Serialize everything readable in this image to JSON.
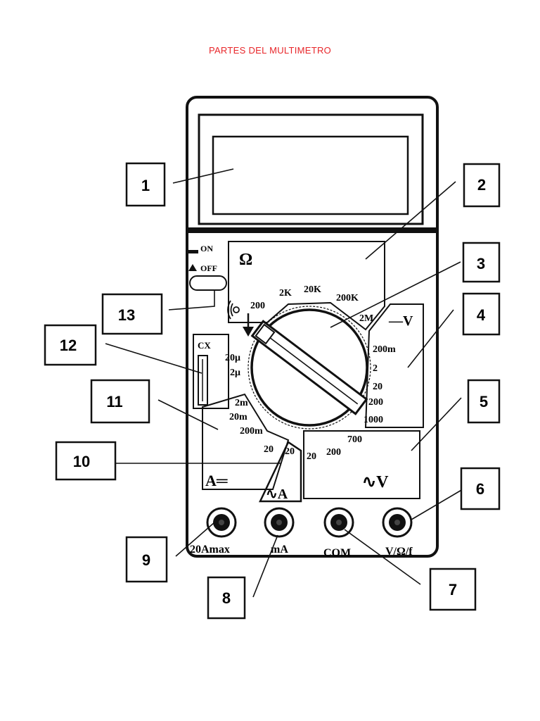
{
  "title": "PARTES DEL MULTIMETRO",
  "colors": {
    "title": "#e8262a",
    "ink": "#111111",
    "paper": "#ffffff"
  },
  "callouts": [
    "1",
    "2",
    "3",
    "4",
    "5",
    "6",
    "7",
    "8",
    "9",
    "10",
    "11",
    "12",
    "13"
  ],
  "switch": {
    "on": "ON",
    "off": "OFF"
  },
  "panels": {
    "ohm": "Ω",
    "dcv": "—V",
    "acv": "∿V",
    "dca": "A═",
    "aca": "∿A",
    "cx": "CX"
  },
  "dial": {
    "ohm_ranges": [
      "200",
      "2K",
      "20K",
      "200K",
      "2M"
    ],
    "dcv_ranges": [
      "200m",
      "2",
      "20",
      "200",
      "1000"
    ],
    "cap_ranges": [
      "20μ",
      "2μ"
    ],
    "dca_ranges": [
      "2m",
      "20m",
      "200m"
    ],
    "aca_ranges": [
      "20",
      "20"
    ],
    "acv_ranges": [
      "20",
      "200",
      "700"
    ]
  },
  "jacks": [
    "20Amax",
    "mA",
    "COM",
    "V/Ω/f"
  ]
}
